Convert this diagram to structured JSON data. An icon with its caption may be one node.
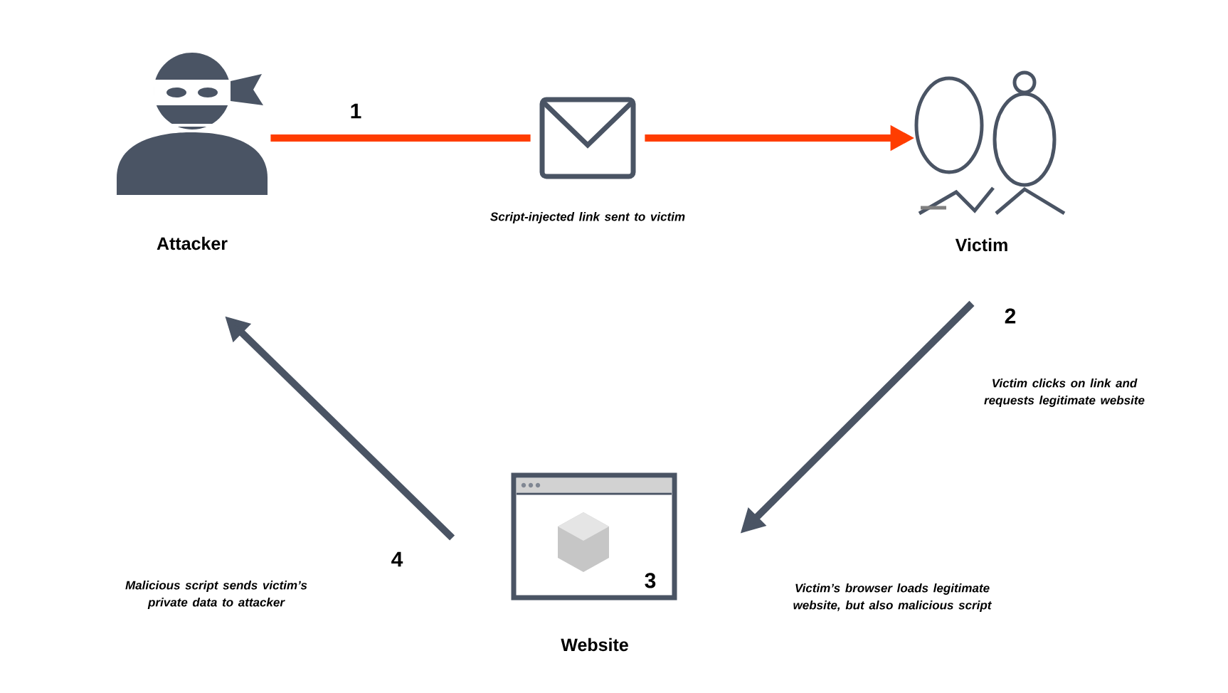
{
  "diagram": {
    "nodes": [
      {
        "text": [
          "Attacker"
        ]
      },
      {
        "text": [
          "Script-injected link sent to victim"
        ]
      },
      {
        "text": [
          "Victim"
        ]
      },
      {
        "text": [
          "Website"
        ]
      }
    ],
    "edges": [
      {
        "from": 0,
        "to": 1,
        "arrow": "none",
        "color": "#ff3d00"
      },
      {
        "from": 1,
        "to": 2,
        "arrow": "to",
        "color": "#ff3d00"
      },
      {
        "from": 2,
        "to": 3,
        "arrow": "to",
        "color": "#4a5464"
      },
      {
        "from": 3,
        "to": 0,
        "arrow": "to",
        "color": "#4a5464"
      }
    ],
    "labels": [
      "1",
      "2",
      "Victim clicks on link and requests legitimate website",
      "3",
      "Victim’s browser loads legitimate website, but also malicious script",
      "4",
      "Malicious script sends victim’s private data to attacker"
    ]
  }
}
